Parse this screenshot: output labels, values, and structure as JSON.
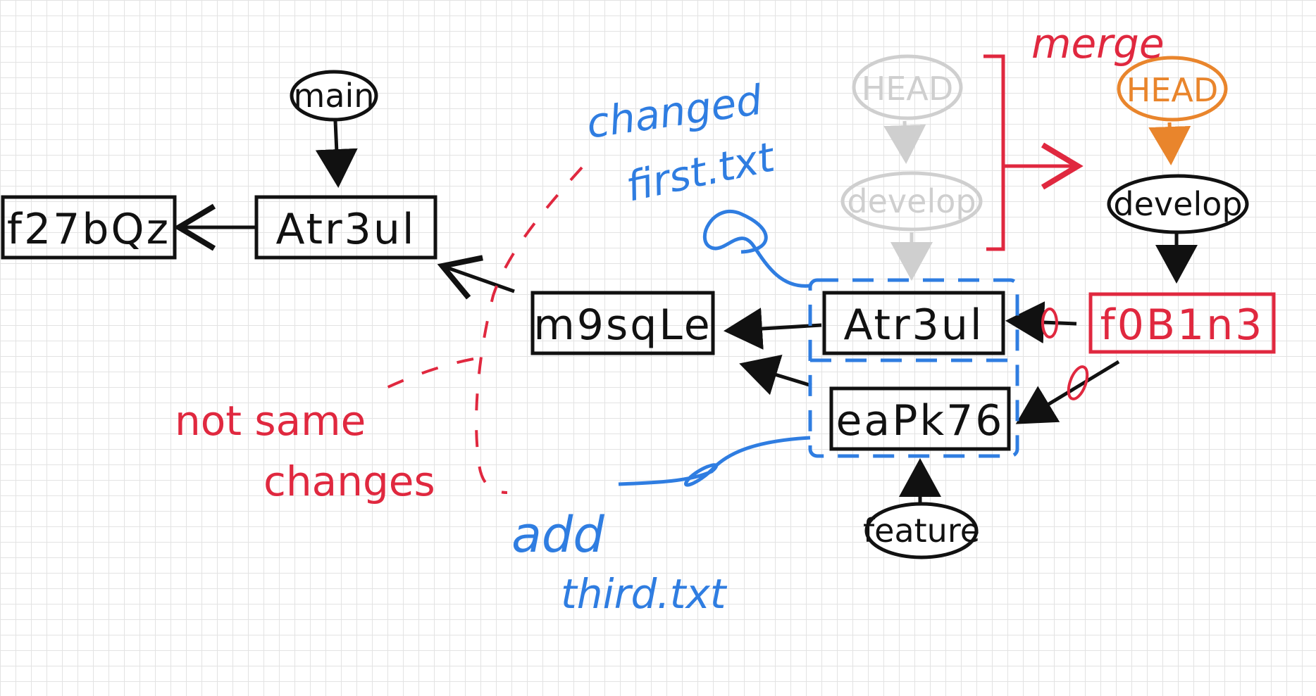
{
  "colors": {
    "ink": "#111111",
    "blue": "#2f7de1",
    "red": "#e0283f",
    "orange": "#e9852c",
    "faded": "#cfcfcf",
    "grid": "#e3e3e3"
  },
  "commits": {
    "c1": "f27bQz",
    "c2": "Atr3ul",
    "c3": "m9sqLe",
    "c4": "Atr3ul",
    "c5": "eaPk76",
    "c6": "f0B1n3"
  },
  "refs": {
    "main": "main",
    "head_old": "HEAD",
    "develop_old": "develop",
    "head_new": "HEAD",
    "develop_new": "develop",
    "feature": "feature"
  },
  "notes": {
    "changed_line1": "changed",
    "changed_line2": "first.txt",
    "add_line1": "add",
    "add_line2": "third.txt",
    "not_same_line1": "not same",
    "not_same_line2": "changes",
    "merge": "merge"
  }
}
